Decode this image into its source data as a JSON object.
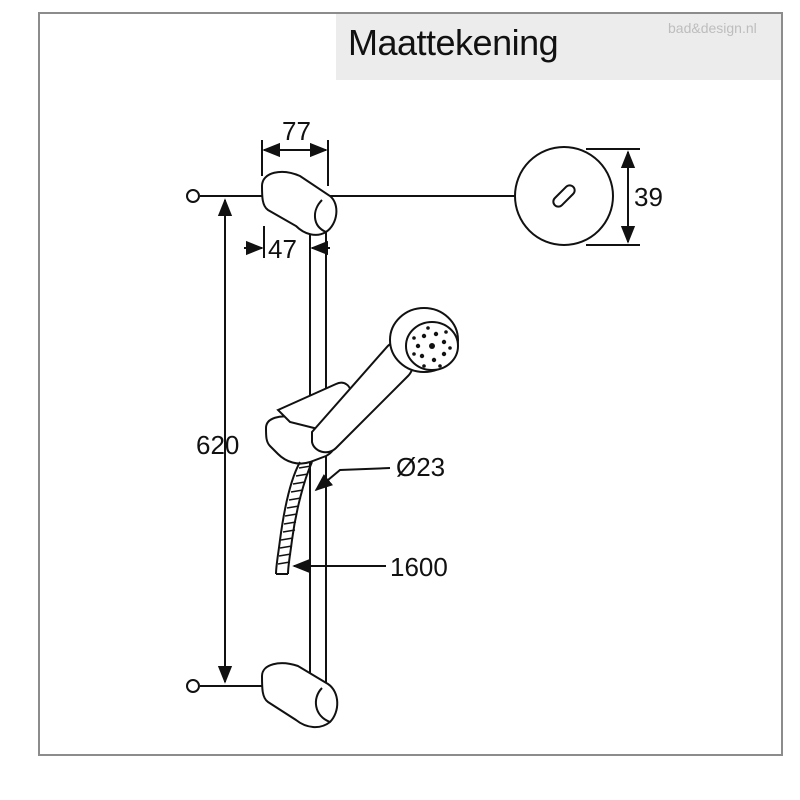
{
  "header": {
    "title": "Maattekening",
    "watermark": "bad&design.nl"
  },
  "dimensions": {
    "holder_width": "77",
    "holder_offset": "47",
    "cap_diameter": "39",
    "rail_height": "620",
    "hose_diameter": "Ø23",
    "hose_length": "1600"
  },
  "colors": {
    "line": "#111111",
    "frame": "#8c8c8c",
    "header_bg": "#ececec",
    "watermark": "#bdbdbd"
  }
}
